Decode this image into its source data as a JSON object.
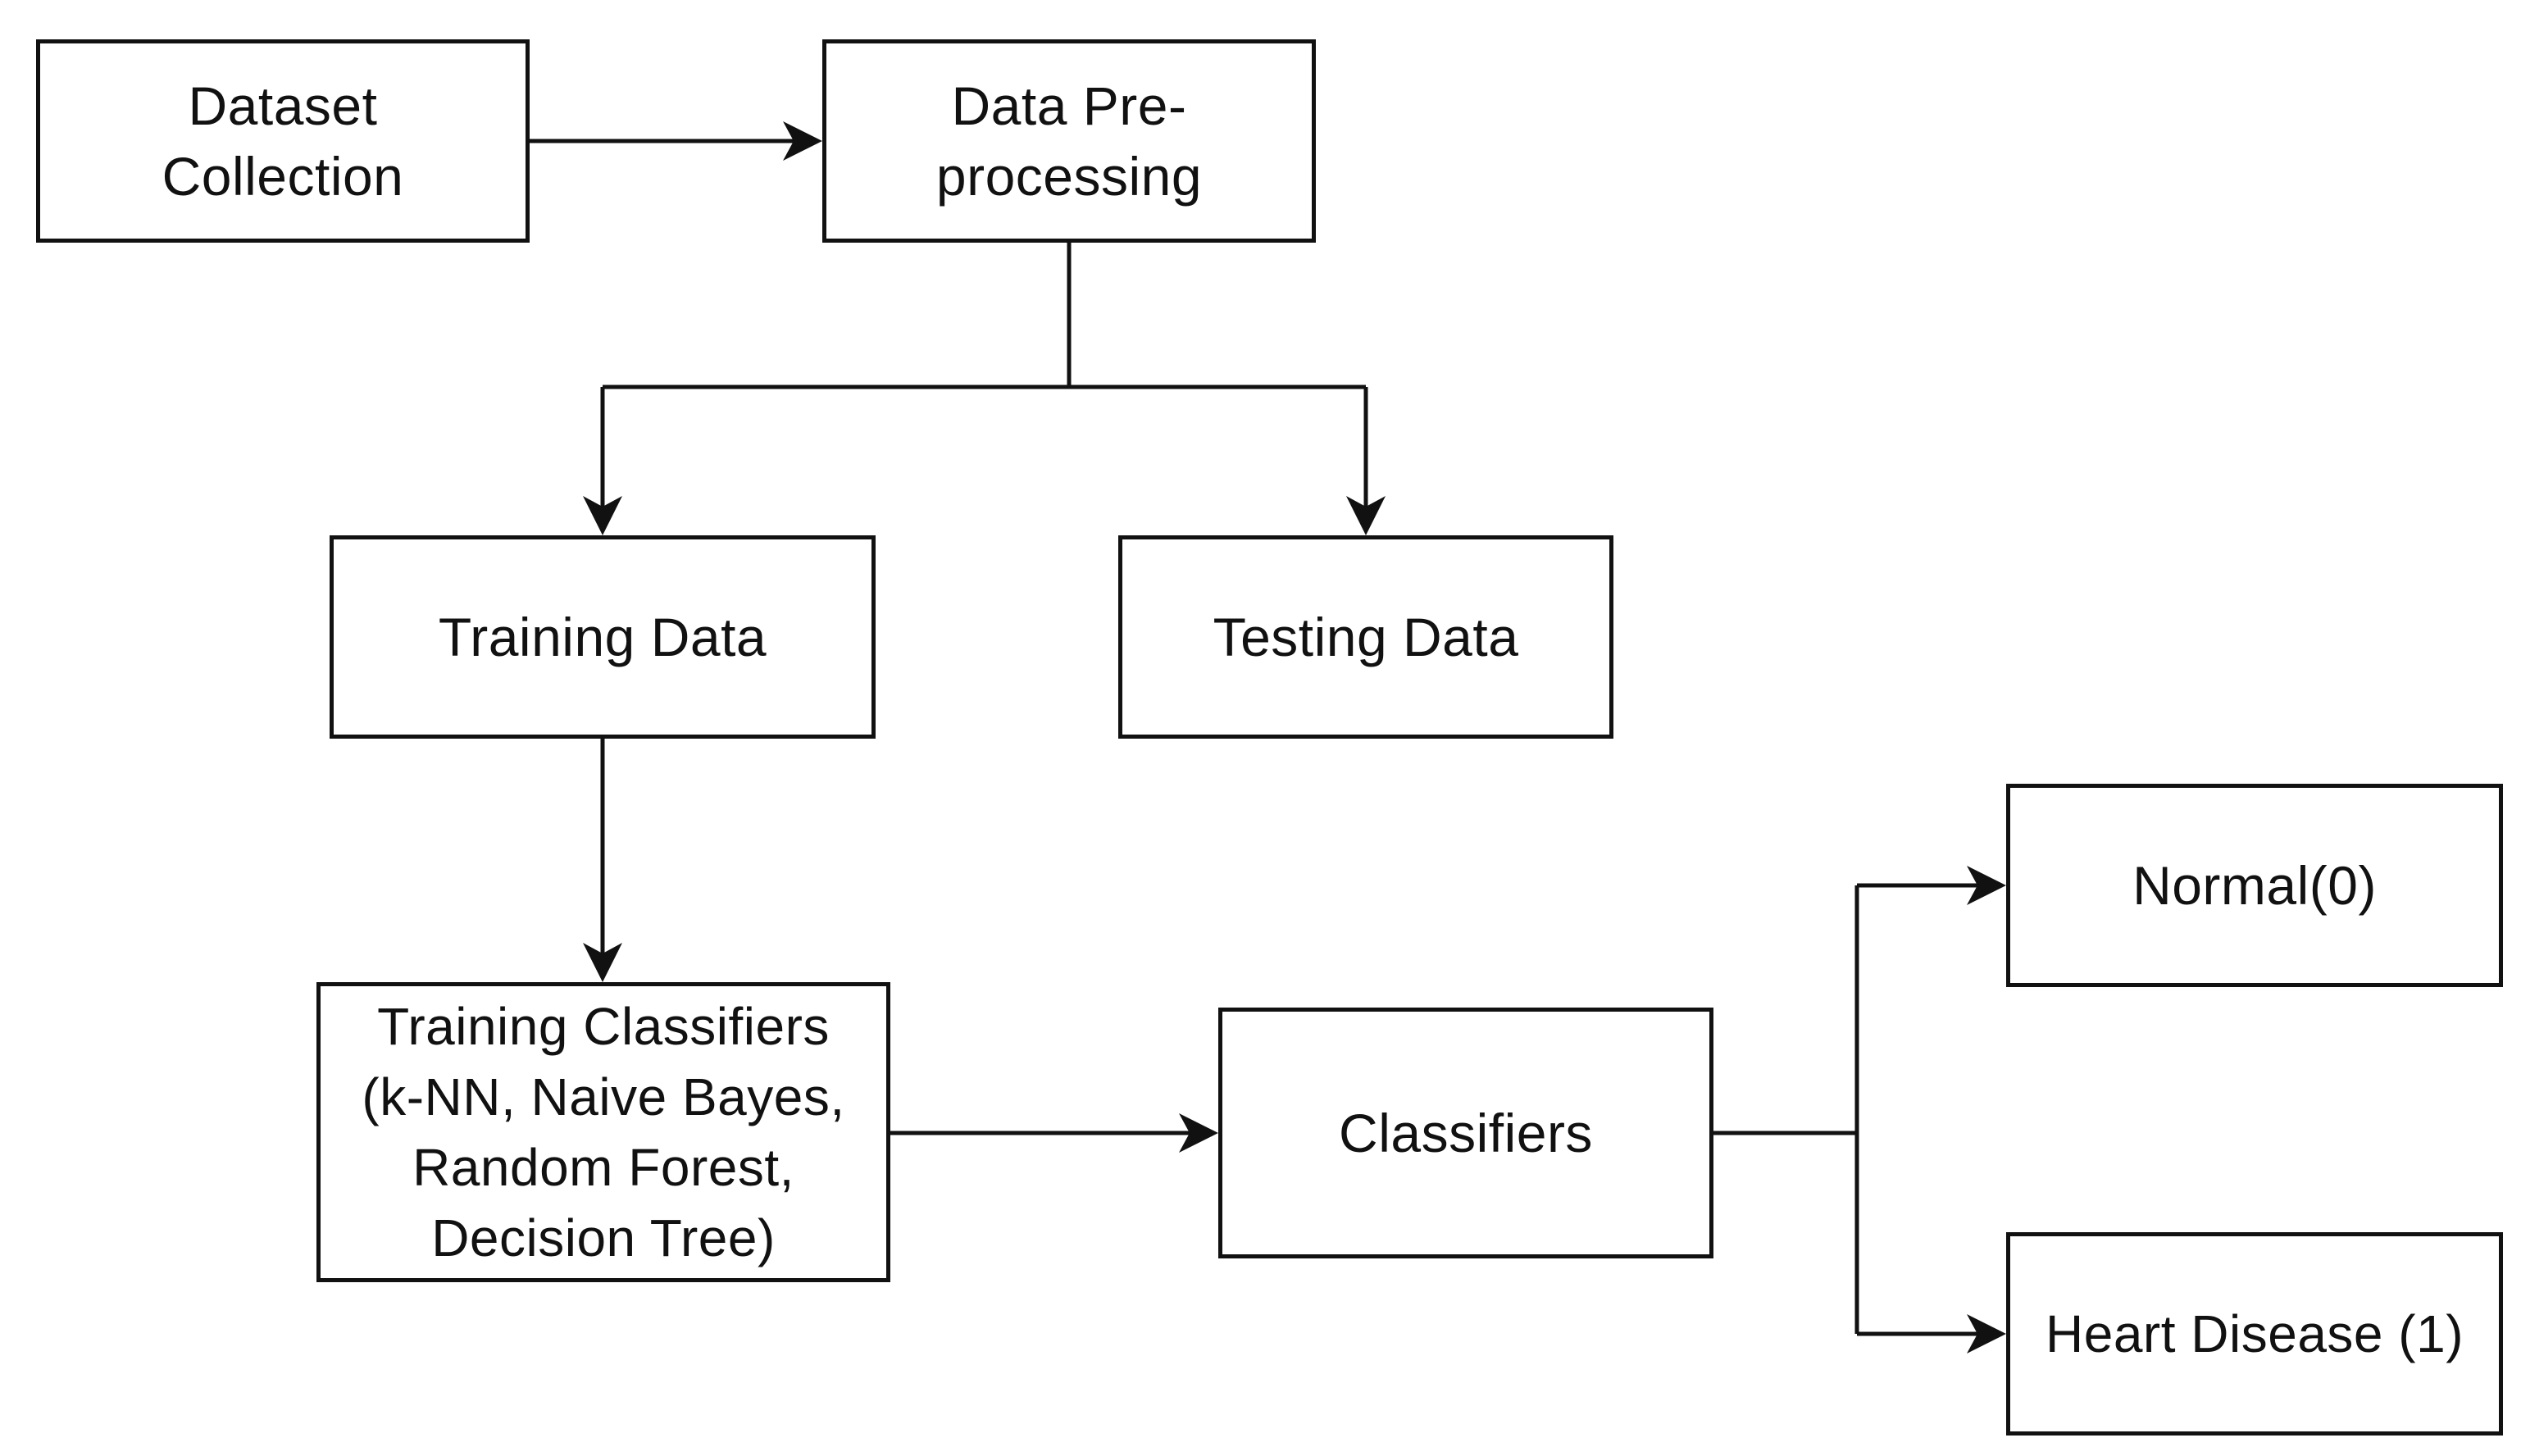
{
  "diagram": {
    "nodes": {
      "dataset_collection": "Dataset\nCollection",
      "data_preprocessing": "Data Pre-\nprocessing",
      "training_data": "Training Data",
      "testing_data": "Testing Data",
      "training_classifiers": "Training Classifiers\n(k-NN, Naive Bayes,\nRandom Forest,\nDecision Tree)",
      "classifiers": "Classifiers",
      "normal": "Normal(0)",
      "heart_disease": "Heart Disease (1)"
    },
    "edges": [
      {
        "from": "dataset_collection",
        "to": "data_preprocessing"
      },
      {
        "from": "data_preprocessing",
        "to": "training_data"
      },
      {
        "from": "data_preprocessing",
        "to": "testing_data"
      },
      {
        "from": "training_data",
        "to": "training_classifiers"
      },
      {
        "from": "training_classifiers",
        "to": "classifiers"
      },
      {
        "from": "classifiers",
        "to": "normal"
      },
      {
        "from": "classifiers",
        "to": "heart_disease"
      }
    ],
    "colors": {
      "stroke": "#111111",
      "background": "#ffffff",
      "text": "#111111"
    }
  }
}
